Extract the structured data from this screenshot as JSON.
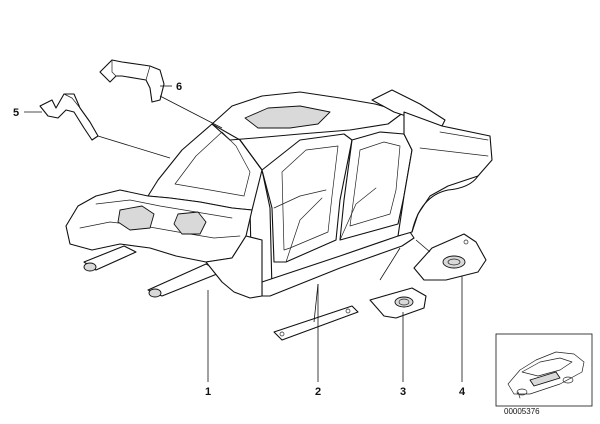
{
  "callouts": [
    {
      "id": "1",
      "label": "1"
    },
    {
      "id": "2",
      "label": "2"
    },
    {
      "id": "3",
      "label": "3"
    },
    {
      "id": "4",
      "label": "4"
    },
    {
      "id": "5",
      "label": "5"
    },
    {
      "id": "6",
      "label": "6"
    }
  ],
  "reference_number": "00005376"
}
